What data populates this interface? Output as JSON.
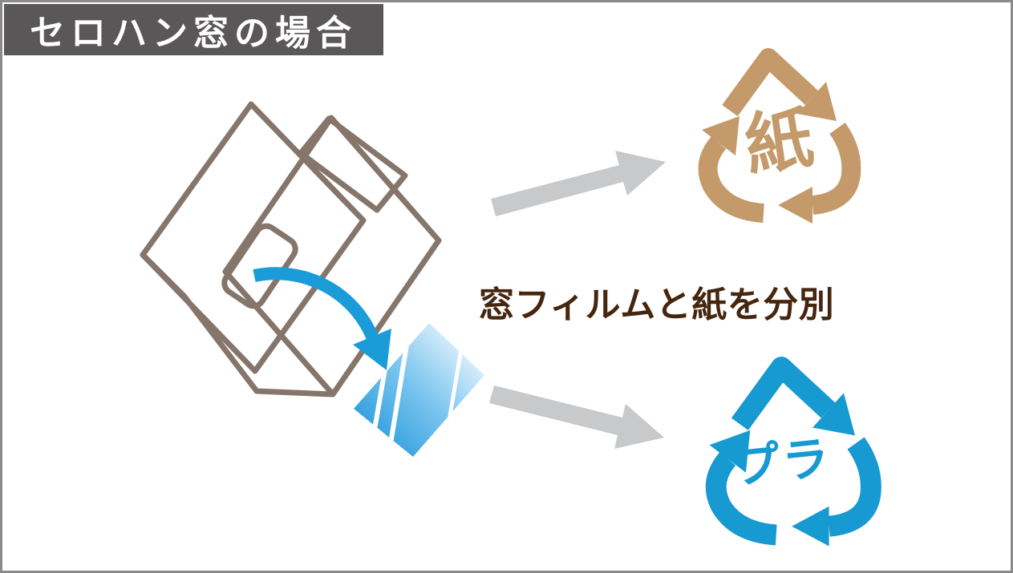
{
  "title_banner": {
    "label": "セロハン窓の場合",
    "bg_color": "#595757",
    "text_color": "#FFFFFF"
  },
  "caption": {
    "label": "窓フィルムと紙を分別",
    "color": "#45260F"
  },
  "envelope_sketch": {
    "line_color": "#85756A"
  },
  "peel_arrow": {
    "color": "#1A9CD8"
  },
  "cellophane_film": {
    "gradient_start": "#1E95D9",
    "gradient_end": "#FFFFFF"
  },
  "flow_arrows": {
    "color": "#C8C9CA"
  },
  "paper_recycle_mark": {
    "label": "紙",
    "color": "#C49A6B"
  },
  "plastic_recycle_mark": {
    "label": "プラ",
    "color": "#1799D1"
  }
}
